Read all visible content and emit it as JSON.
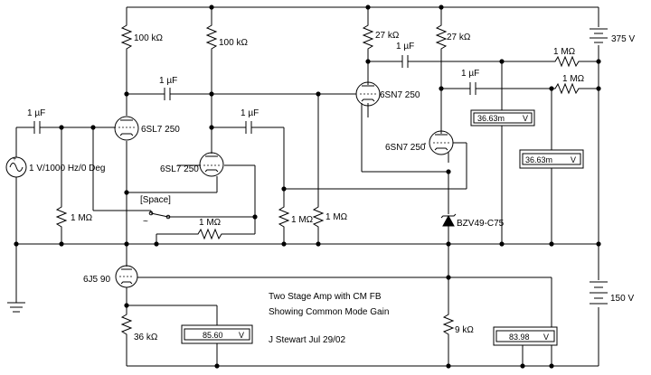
{
  "supplies": {
    "top": "375 V",
    "bottom": "150 V"
  },
  "source_label": "1 V/1000 Hz/0 Deg",
  "resistors": {
    "r_plate1": "100 kΩ",
    "r_plate2": "100 kΩ",
    "r_plate3": "27 kΩ",
    "r_plate4": "27 kΩ",
    "r_fb1": "1 MΩ",
    "r_fb2": "1 MΩ",
    "r_in": "1 MΩ",
    "r_sw": "1 MΩ",
    "r_grid1": "1 MΩ",
    "r_grid2": "1 MΩ",
    "r_cath1": "36 kΩ",
    "r_cath2": "9 kΩ"
  },
  "capacitors": {
    "c_in": "1 µF",
    "c_couple1": "1 µF",
    "c_couple2": "1 µF",
    "c_out1": "1 µF",
    "c_out2": "1 µF"
  },
  "tubes": {
    "v1": "6SL7 250",
    "v2": "6SL7 250",
    "v3": "6SN7 250",
    "v4": "6SN7 250",
    "v5": "6J5 90"
  },
  "switch": {
    "key": "[Space]",
    "mark": "~"
  },
  "zener": "BZV49-C75",
  "meters": {
    "m1": {
      "value": "36.63m",
      "unit": "V"
    },
    "m2": {
      "value": "36.63m",
      "unit": "V"
    },
    "m3": {
      "value": "85.60",
      "unit": "V"
    },
    "m4": {
      "value": "83.98",
      "unit": "V"
    }
  },
  "notes": {
    "line1": "Two Stage Amp with CM FB",
    "line2": "Showing Common Mode Gain",
    "line3": "J Stewart Jul 29/02"
  }
}
